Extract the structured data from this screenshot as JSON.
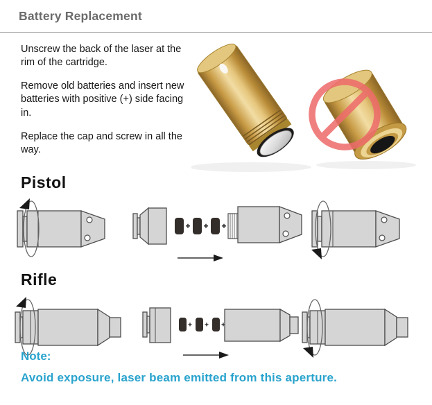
{
  "header": {
    "title": "Battery Replacement"
  },
  "instructions": {
    "step1": "Unscrew the back of the laser at the rim of the cartridge.",
    "step2": "Remove old batteries and insert new batteries with positive (+) side facing in.",
    "step3": "Replace the cap and screw in all the way."
  },
  "sections": {
    "pistol_label": "Pistol",
    "rifle_label": "Rifle"
  },
  "note": {
    "label": "Note:",
    "text": "Avoid exposure, laser beam emitted from this aperture."
  },
  "icons": {
    "photo": "brass-laser-cartridge-battery-photo",
    "prohibition": "no-exposure-prohibition-icon",
    "rotation_arrows": "unscrew-rotation-arrow-icon",
    "insert_arrows": "insert-direction-arrow-icon"
  },
  "colors": {
    "title_gray": "#6b6b6b",
    "body_text": "#161616",
    "note_cyan": "#29a3cd",
    "diagram_fill": "#d5d5d5",
    "diagram_stroke": "#4e4e4e",
    "battery_dark": "#342e2b",
    "brass_light": "#f2dda4",
    "brass_dark": "#8a6526",
    "prohibition_red": "#ee6b6b"
  }
}
